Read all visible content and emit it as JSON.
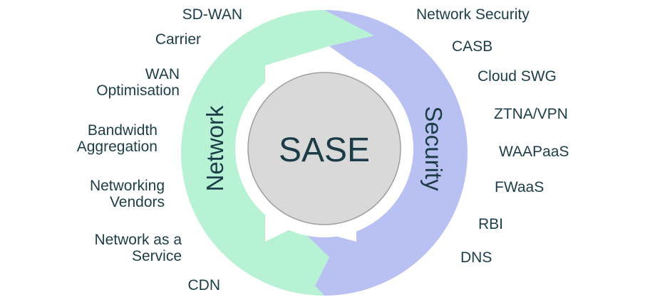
{
  "diagram": {
    "center_label": "SASE",
    "network_label": "Network",
    "security_label": "Security",
    "network_items": [
      "SD-WAN",
      "Carrier",
      "WAN\nOptimisation",
      "Bandwidth\nAggregation",
      "Networking\nVendors",
      "Network as a\nService",
      "CDN"
    ],
    "security_items": [
      "Network Security",
      "CASB",
      "Cloud SWG",
      "ZTNA/VPN",
      "WAAPaaS",
      "FWaaS",
      "RBI",
      "DNS"
    ]
  },
  "colors": {
    "network": "#b7f2d4",
    "security": "#b8c1f2",
    "center": "#d9d9d9",
    "center_outline": "#9e9e9e",
    "text": "#1c3d47"
  }
}
